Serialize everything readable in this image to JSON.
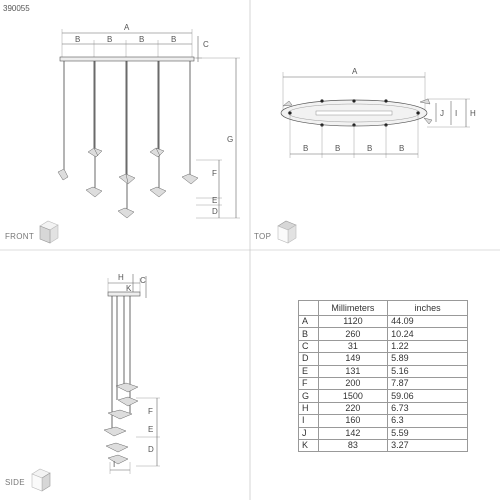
{
  "product_code": "390055",
  "views": {
    "front": "FRONT",
    "top": "TOP",
    "side": "SIDE"
  },
  "labels": {
    "A": "A",
    "B": "B",
    "C": "C",
    "D": "D",
    "E": "E",
    "F": "F",
    "G": "G",
    "H": "H",
    "I": "I",
    "J": "J",
    "K": "K"
  },
  "table": {
    "headers": [
      "",
      "Millimeters",
      "inches"
    ],
    "rows": [
      {
        "key": "A",
        "mm": "1120",
        "in": "44.09"
      },
      {
        "key": "B",
        "mm": "260",
        "in": "10.24"
      },
      {
        "key": "C",
        "mm": "31",
        "in": "1.22"
      },
      {
        "key": "D",
        "mm": "149",
        "in": "5.89"
      },
      {
        "key": "E",
        "mm": "131",
        "in": "5.16"
      },
      {
        "key": "F",
        "mm": "200",
        "in": "7.87"
      },
      {
        "key": "G",
        "mm": "1500",
        "in": "59.06"
      },
      {
        "key": "H",
        "mm": "220",
        "in": "6.73"
      },
      {
        "key": "I",
        "mm": "160",
        "in": "6.3"
      },
      {
        "key": "J",
        "mm": "142",
        "in": "5.59"
      },
      {
        "key": "K",
        "mm": "83",
        "in": "3.27"
      }
    ]
  }
}
